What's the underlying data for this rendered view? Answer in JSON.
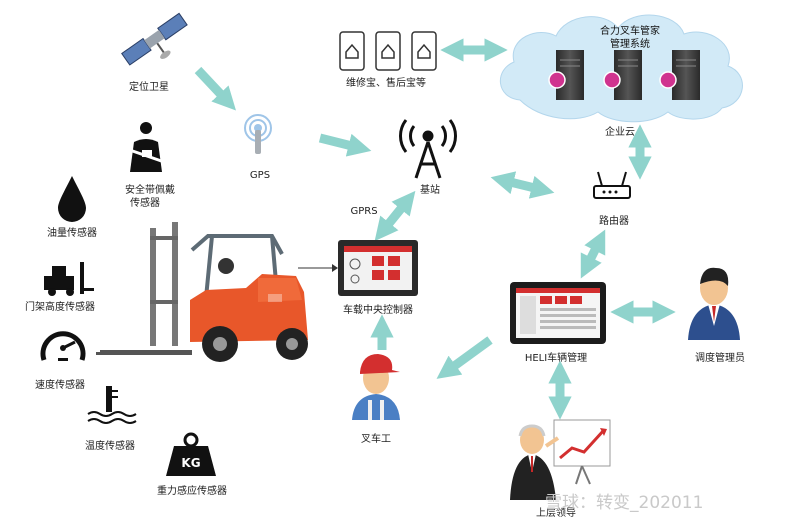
{
  "labels": {
    "satellite": "定位卫星",
    "gps": "GPS",
    "seatbelt_line1": "安全带佩戴",
    "seatbelt_line2": "传感器",
    "oil": "油量传感器",
    "mast": "门架高度传感器",
    "speed": "速度传感器",
    "temperature": "温度传感器",
    "weight": "重力感应传感器",
    "weight_badge": "KG",
    "gprs": "GPRS",
    "base_station": "基站",
    "controller": "车载中央控制器",
    "maintenance": "维修宝、售后宝等",
    "cloud_title_line1": "合力叉车管家",
    "cloud_title_line2": "管理系统",
    "enterprise_cloud": "企业云",
    "router": "路由器",
    "heli": "HELI车辆管理",
    "dispatcher": "调度管理员",
    "forklift_worker": "叉车工",
    "leader": "上层领导"
  },
  "watermark": "雪球：转变_202011",
  "colors": {
    "arrow": "#8fd3cc",
    "forklift_orange": "#e8572a",
    "dark": "#222222",
    "cloud": "#d2eaf7",
    "dispatcher_suit": "#2d4f8e"
  }
}
